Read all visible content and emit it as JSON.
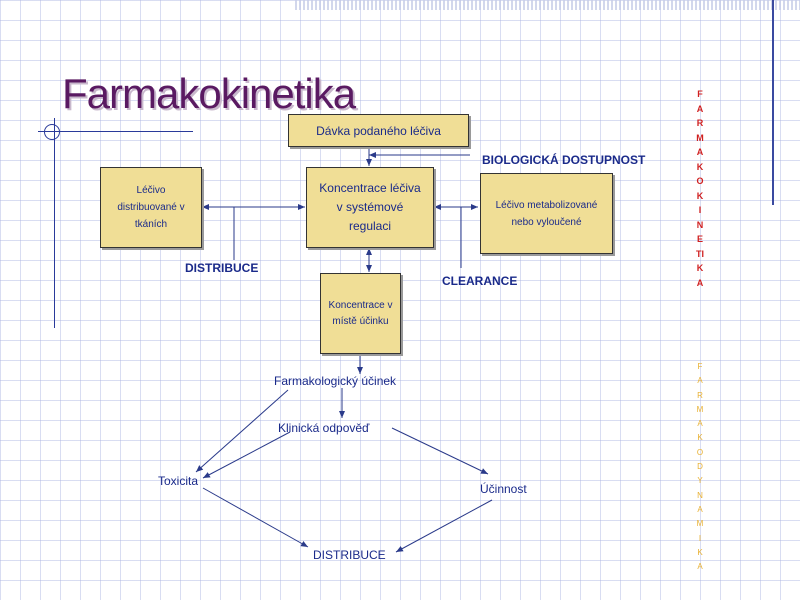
{
  "title": "Farmakokinetika",
  "boxes": {
    "dose": "Dávka podaného léčiva",
    "systemic": "Koncentrace léčiva v systémové regulaci",
    "tissue": "Léčivo distribuované v tkáních",
    "metabolized": "Léčivo metabolizované nebo vyloučené",
    "site": "Koncentrace v místě účinku"
  },
  "labels": {
    "bio": "BIOLOGICKÁ DOSTUPNOST",
    "distribution": "DISTRIBUCE",
    "clearance": "CLEARANCE",
    "pharm_effect": "Farmakologický účinek",
    "clinical": "Klinická odpověď",
    "toxicity": "Toxicita",
    "efficacy": "Účinnost",
    "distribution_bottom": "DISTRIBUCE"
  },
  "side_pk": [
    "F",
    "A",
    "R",
    "M",
    "A",
    "K",
    "O",
    "K",
    "I",
    "N",
    "E",
    "TI",
    "K",
    "A"
  ],
  "side_pd": [
    "F",
    "A",
    "R",
    "M",
    "A",
    "K",
    "O",
    "D",
    "Y",
    "N",
    "A",
    "M",
    "I",
    "K",
    "A"
  ],
  "colors": {
    "box_fill": "#f0de96",
    "title": "#5a1a62",
    "text": "#1a2a8a",
    "pk": "#d02020",
    "pd": "#e8b030"
  }
}
